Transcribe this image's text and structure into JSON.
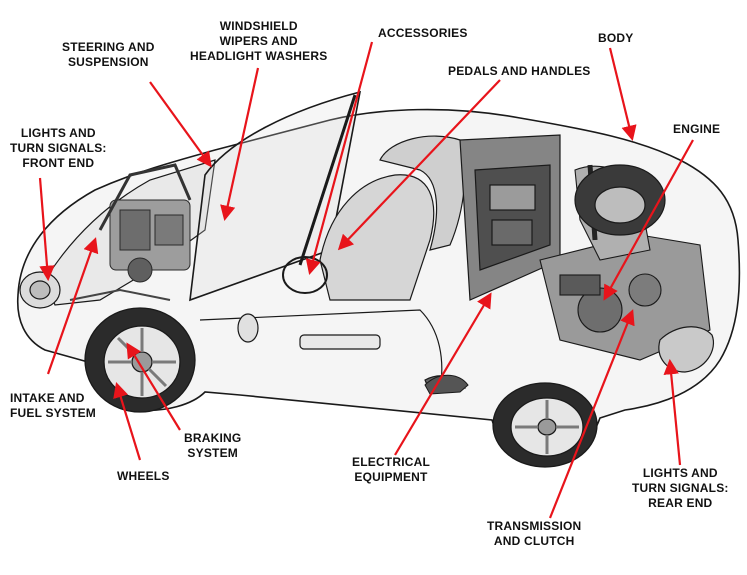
{
  "labels": {
    "steering": "STEERING AND\nSUSPENSION",
    "windshield": "WINDSHIELD\nWIPERS AND\nHEADLIGHT WASHERS",
    "accessories": "ACCESSORIES",
    "body": "BODY",
    "pedals": "PEDALS AND HANDLES",
    "engine": "ENGINE",
    "lights_front": "LIGHTS AND\nTURN SIGNALS:\nFRONT END",
    "intake": "INTAKE AND\nFUEL SYSTEM",
    "braking": "BRAKING\nSYSTEM",
    "wheels": "WHEELS",
    "electrical": "ELECTRICAL\nEQUIPMENT",
    "transmission": "TRANSMISSION\nAND CLUTCH",
    "lights_rear": "LIGHTS AND\nTURN SIGNALS:\nREAR END"
  },
  "colors": {
    "arrow": "#e8141b",
    "ink": "#1a1a1a",
    "body_fill": "#f4f4f4"
  }
}
